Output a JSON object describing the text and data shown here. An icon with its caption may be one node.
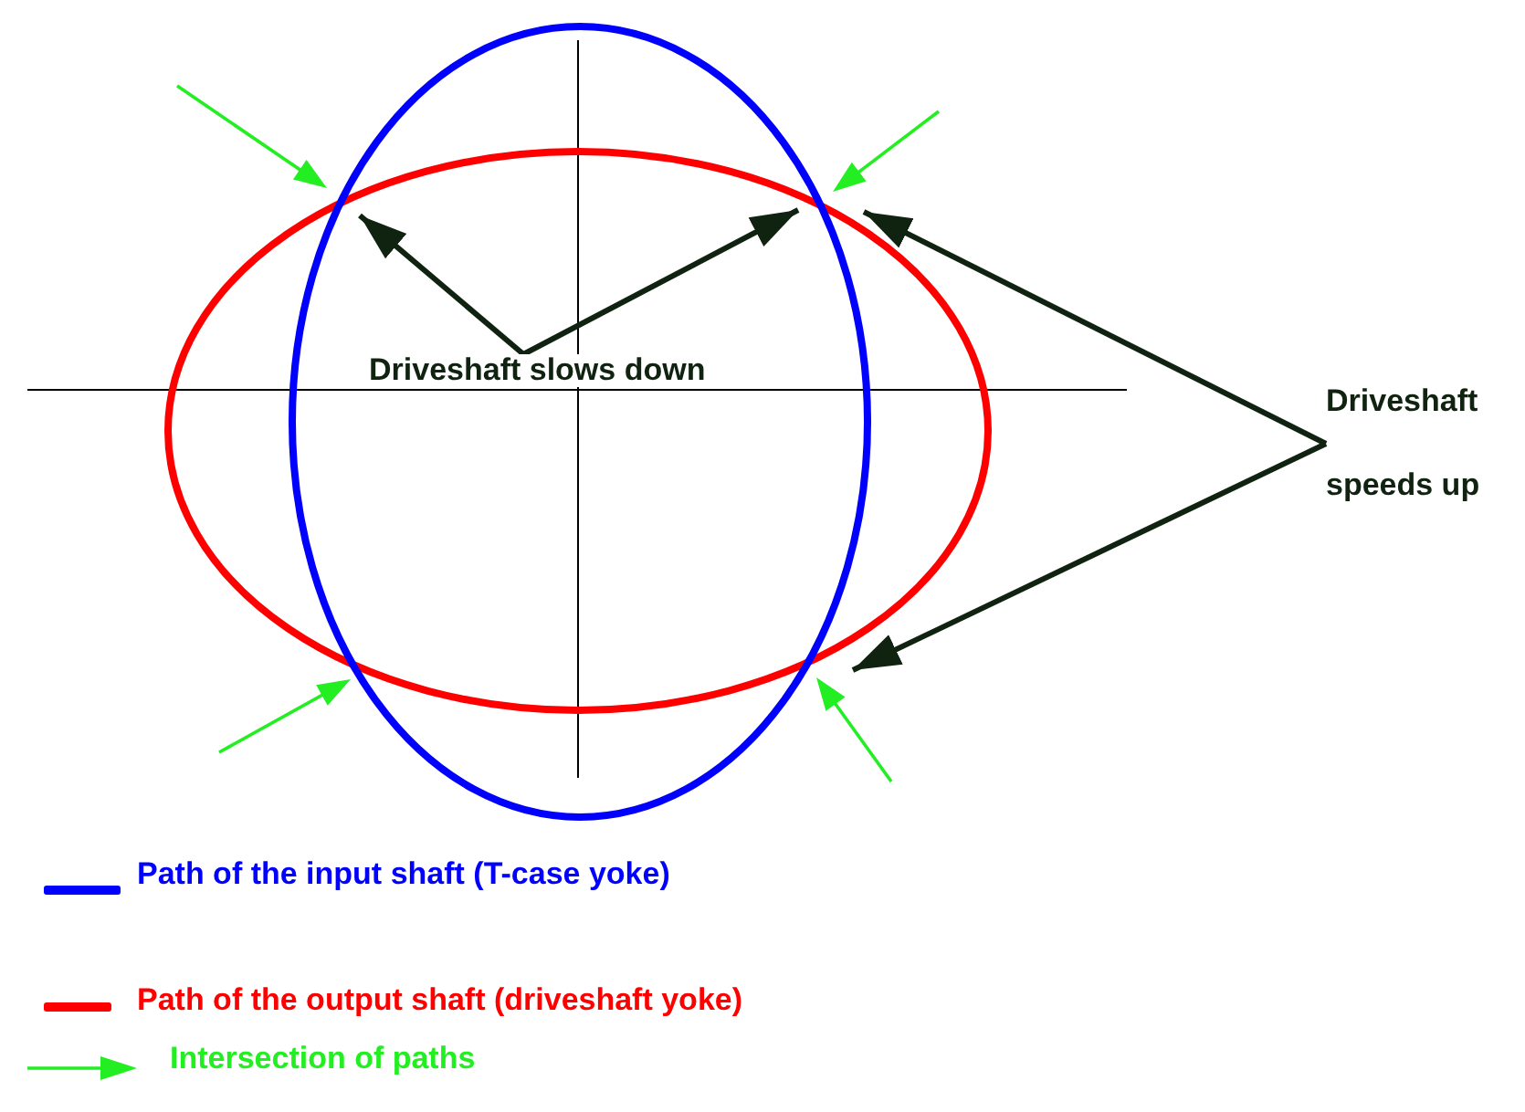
{
  "diagram": {
    "nodes": [
      {
        "text": [
          "Driveshaft slows down"
        ]
      },
      {
        "text": [
          "Driveshaft speeds up"
        ]
      }
    ],
    "edges": [
      {
        "from": 0,
        "to": null,
        "arrow": "to"
      },
      {
        "from": 0,
        "to": null,
        "arrow": "to"
      },
      {
        "from": 1,
        "to": null,
        "arrow": "to"
      },
      {
        "from": 1,
        "to": null,
        "arrow": "to"
      }
    ],
    "legend": [
      {
        "text": "Path of the input shaft (T-case yoke)",
        "color": "#0000ff"
      },
      {
        "text": "Path of the output shaft (driveshaft yoke)",
        "color": "#ff0000"
      },
      {
        "text": "Intersection of paths",
        "color": "#22ee22"
      }
    ]
  }
}
